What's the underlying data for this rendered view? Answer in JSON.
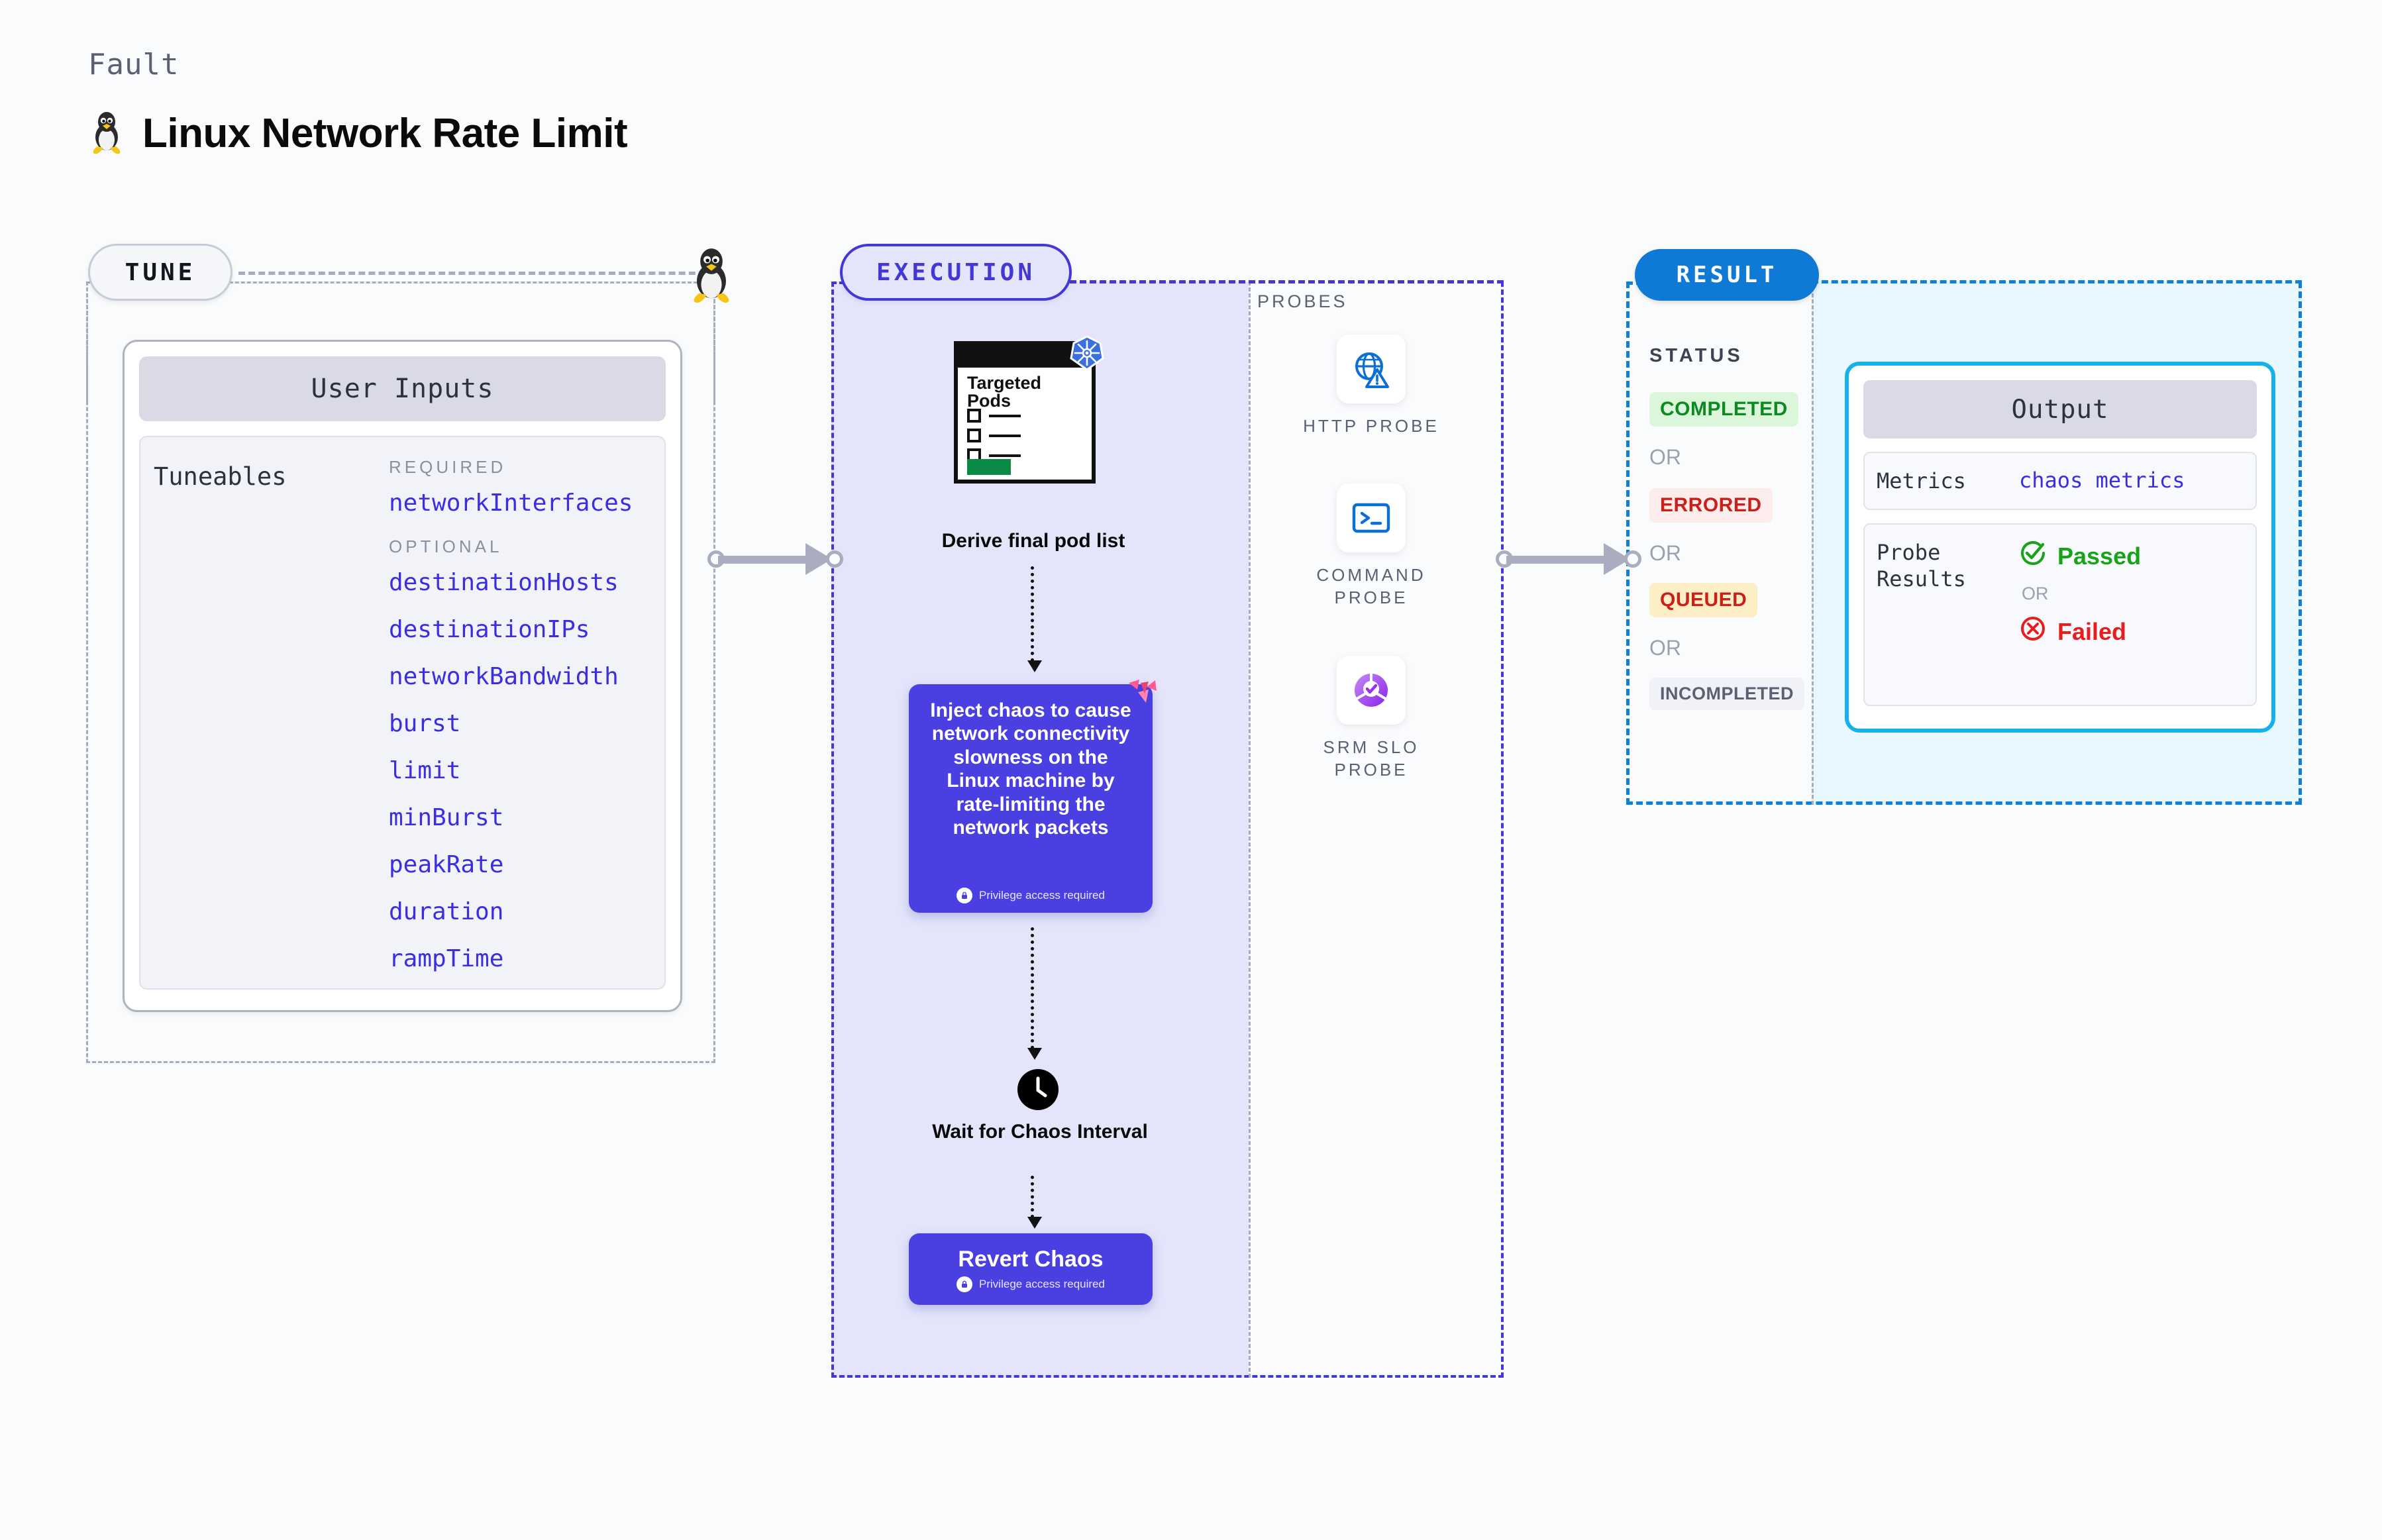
{
  "header": {
    "kind_label": "Fault",
    "title": "Linux Network Rate Limit",
    "icon": "linux-penguin-icon"
  },
  "tune": {
    "pill_label": "TUNE",
    "badge_icon": "linux-penguin-icon",
    "card_title": "User Inputs",
    "tuneables_label": "Tuneables",
    "groups": [
      {
        "label": "REQUIRED",
        "items": [
          "networkInterfaces"
        ]
      },
      {
        "label": "OPTIONAL",
        "items": [
          "destinationHosts",
          "destinationIPs",
          "networkBandwidth",
          "burst",
          "limit",
          "minBurst",
          "peakRate",
          "duration",
          "rampTime"
        ]
      }
    ]
  },
  "execution": {
    "pill_label": "EXECUTION",
    "pods_card": {
      "title": "Targeted Pods",
      "badge_icon": "kubernetes-icon",
      "checkbox_rows": 3
    },
    "pods_caption": "Derive final pod list",
    "inject": {
      "text": "Inject chaos to cause network connectivity slowness on the Linux machine by rate-limiting the network packets",
      "privilege_note": "Privilege access required",
      "badge_icon": "litmus-icon",
      "lock_icon": "lock-icon"
    },
    "wait": {
      "icon": "clock-icon",
      "caption": "Wait for Chaos Interval"
    },
    "revert": {
      "title": "Revert Chaos",
      "privilege_note": "Privilege access required",
      "lock_icon": "lock-icon"
    }
  },
  "probes": {
    "label": "PROBES",
    "items": [
      {
        "name": "HTTP PROBE",
        "icon": "globe-warning-icon"
      },
      {
        "name": "COMMAND PROBE",
        "icon": "terminal-icon"
      },
      {
        "name": "SRM SLO PROBE",
        "icon": "slo-donut-check-icon"
      }
    ]
  },
  "result": {
    "pill_label": "RESULT",
    "status_label": "STATUS",
    "or_label": "OR",
    "statuses": [
      {
        "label": "COMPLETED",
        "fg": "#0e8a25",
        "bg": "#dcf6dc"
      },
      {
        "label": "ERRORED",
        "fg": "#c9201a",
        "bg": "#fdecec"
      },
      {
        "label": "QUEUED",
        "fg": "#c9201a",
        "bg": "#fcefc5"
      },
      {
        "label": "INCOMPLETED",
        "fg": "#5b6173",
        "bg": "#f1f2f7"
      }
    ],
    "output": {
      "title": "Output",
      "metrics_key": "Metrics",
      "metrics_value": "chaos metrics",
      "probe_key": "Probe Results",
      "passed_label": "Passed",
      "failed_label": "Failed",
      "or_label": "OR",
      "passed_icon": "check-circle-icon",
      "failed_icon": "x-circle-icon"
    }
  },
  "colors": {
    "accent_purple": "#4a3fe0",
    "accent_blue": "#0f7ad5",
    "accent_cyan": "#14b2e8",
    "exec_bg": "#e4e5fb",
    "result_bg": "#e9f8fe",
    "page_bg": "#fafbfd",
    "muted": "#5b6173"
  }
}
